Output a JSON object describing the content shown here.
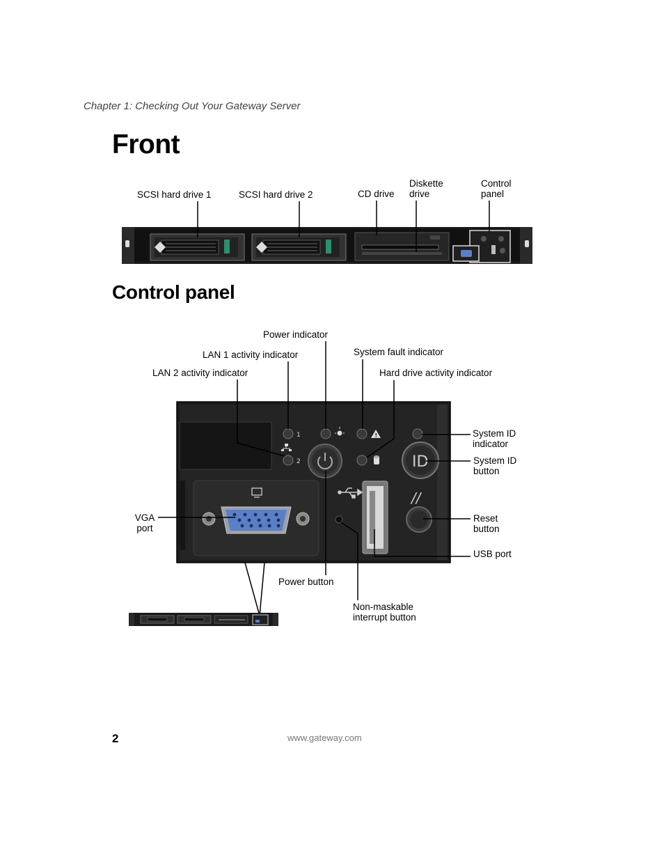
{
  "header": {
    "chapter": "Chapter 1: Checking Out Your Gateway Server"
  },
  "front": {
    "title": "Front",
    "labels": {
      "scsi1": "SCSI hard drive 1",
      "scsi2": "SCSI hard drive 2",
      "cd": "CD drive",
      "diskette_1": "Diskette",
      "diskette_2": "drive",
      "control_1": "Control",
      "control_2": "panel"
    }
  },
  "control_panel": {
    "title": "Control panel",
    "labels": {
      "power_indicator": "Power indicator",
      "lan1": "LAN 1 activity indicator",
      "lan2": "LAN 2 activity indicator",
      "system_fault": "System fault indicator",
      "hdd_activity": "Hard drive activity indicator",
      "sysid_ind_1": "System ID",
      "sysid_ind_2": "indicator",
      "sysid_btn_1": "System ID",
      "sysid_btn_2": "button",
      "reset_1": "Reset",
      "reset_2": "button",
      "usb": "USB port",
      "vga_1": "VGA",
      "vga_2": "port",
      "power_button": "Power button",
      "nmi_1": "Non-maskable",
      "nmi_2": "interrupt button"
    },
    "panel_marks": {
      "lan1_num": "1",
      "lan2_num": "2",
      "id_text": "ID",
      "reset_mark": "//"
    }
  },
  "footer": {
    "page_number": "2",
    "url": "www.gateway.com"
  },
  "colors": {
    "panel_dark": "#1c1c1c",
    "vga_blue": "#5a7fc8",
    "drive_green": "#2c8f6e"
  }
}
